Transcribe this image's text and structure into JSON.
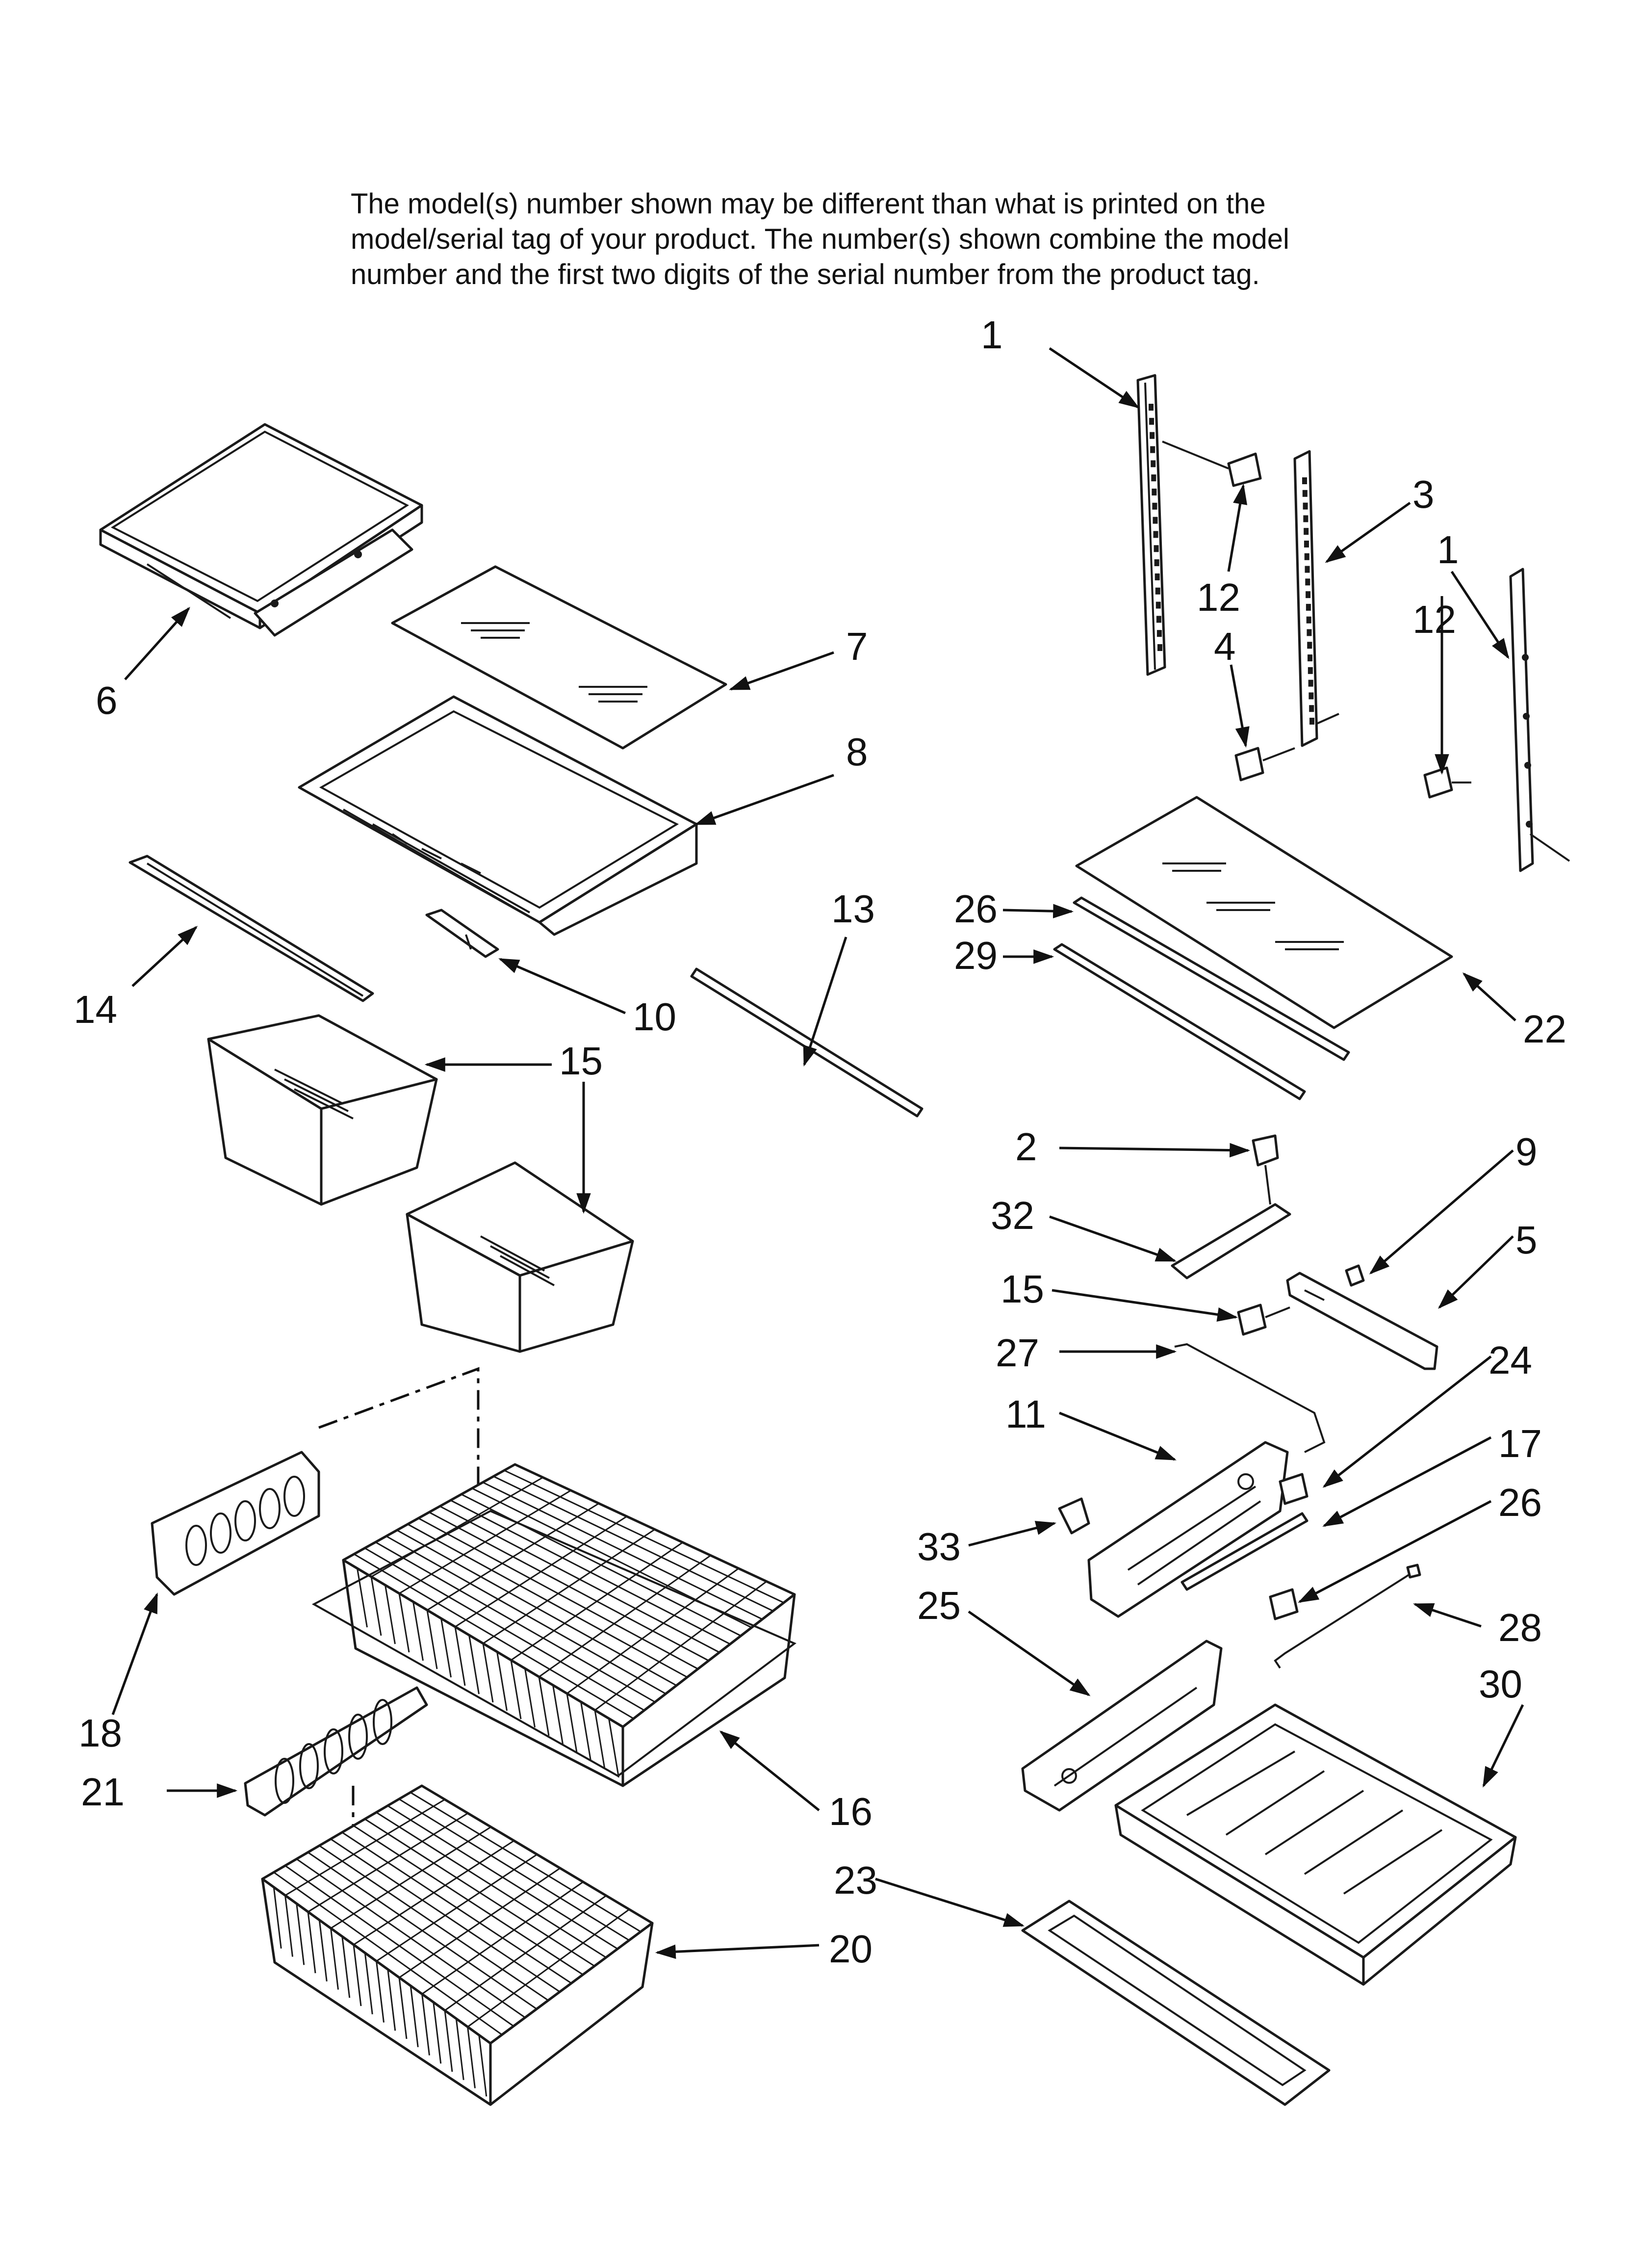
{
  "note": {
    "line1": "The model(s) number shown may be different than what is printed on the",
    "line2": "model/serial tag of your product. The number(s) shown combine the model",
    "line3": "number and the first two digits of the serial number from the product tag."
  },
  "callouts": {
    "c1a": "1",
    "c1b": "1",
    "c2": "2",
    "c3": "3",
    "c4": "4",
    "c5": "5",
    "c6": "6",
    "c7": "7",
    "c8": "8",
    "c9": "9",
    "c10": "10",
    "c11": "11",
    "c12a": "12",
    "c12b": "12",
    "c13": "13",
    "c14": "14",
    "c15a": "15",
    "c15b": "15",
    "c16": "16",
    "c17": "17",
    "c18": "18",
    "c20": "20",
    "c21": "21",
    "c22": "22",
    "c23": "23",
    "c24": "24",
    "c25": "25",
    "c26a": "26",
    "c26b": "26",
    "c27": "27",
    "c28": "28",
    "c29": "29",
    "c30": "30",
    "c32": "32",
    "c33": "33"
  }
}
